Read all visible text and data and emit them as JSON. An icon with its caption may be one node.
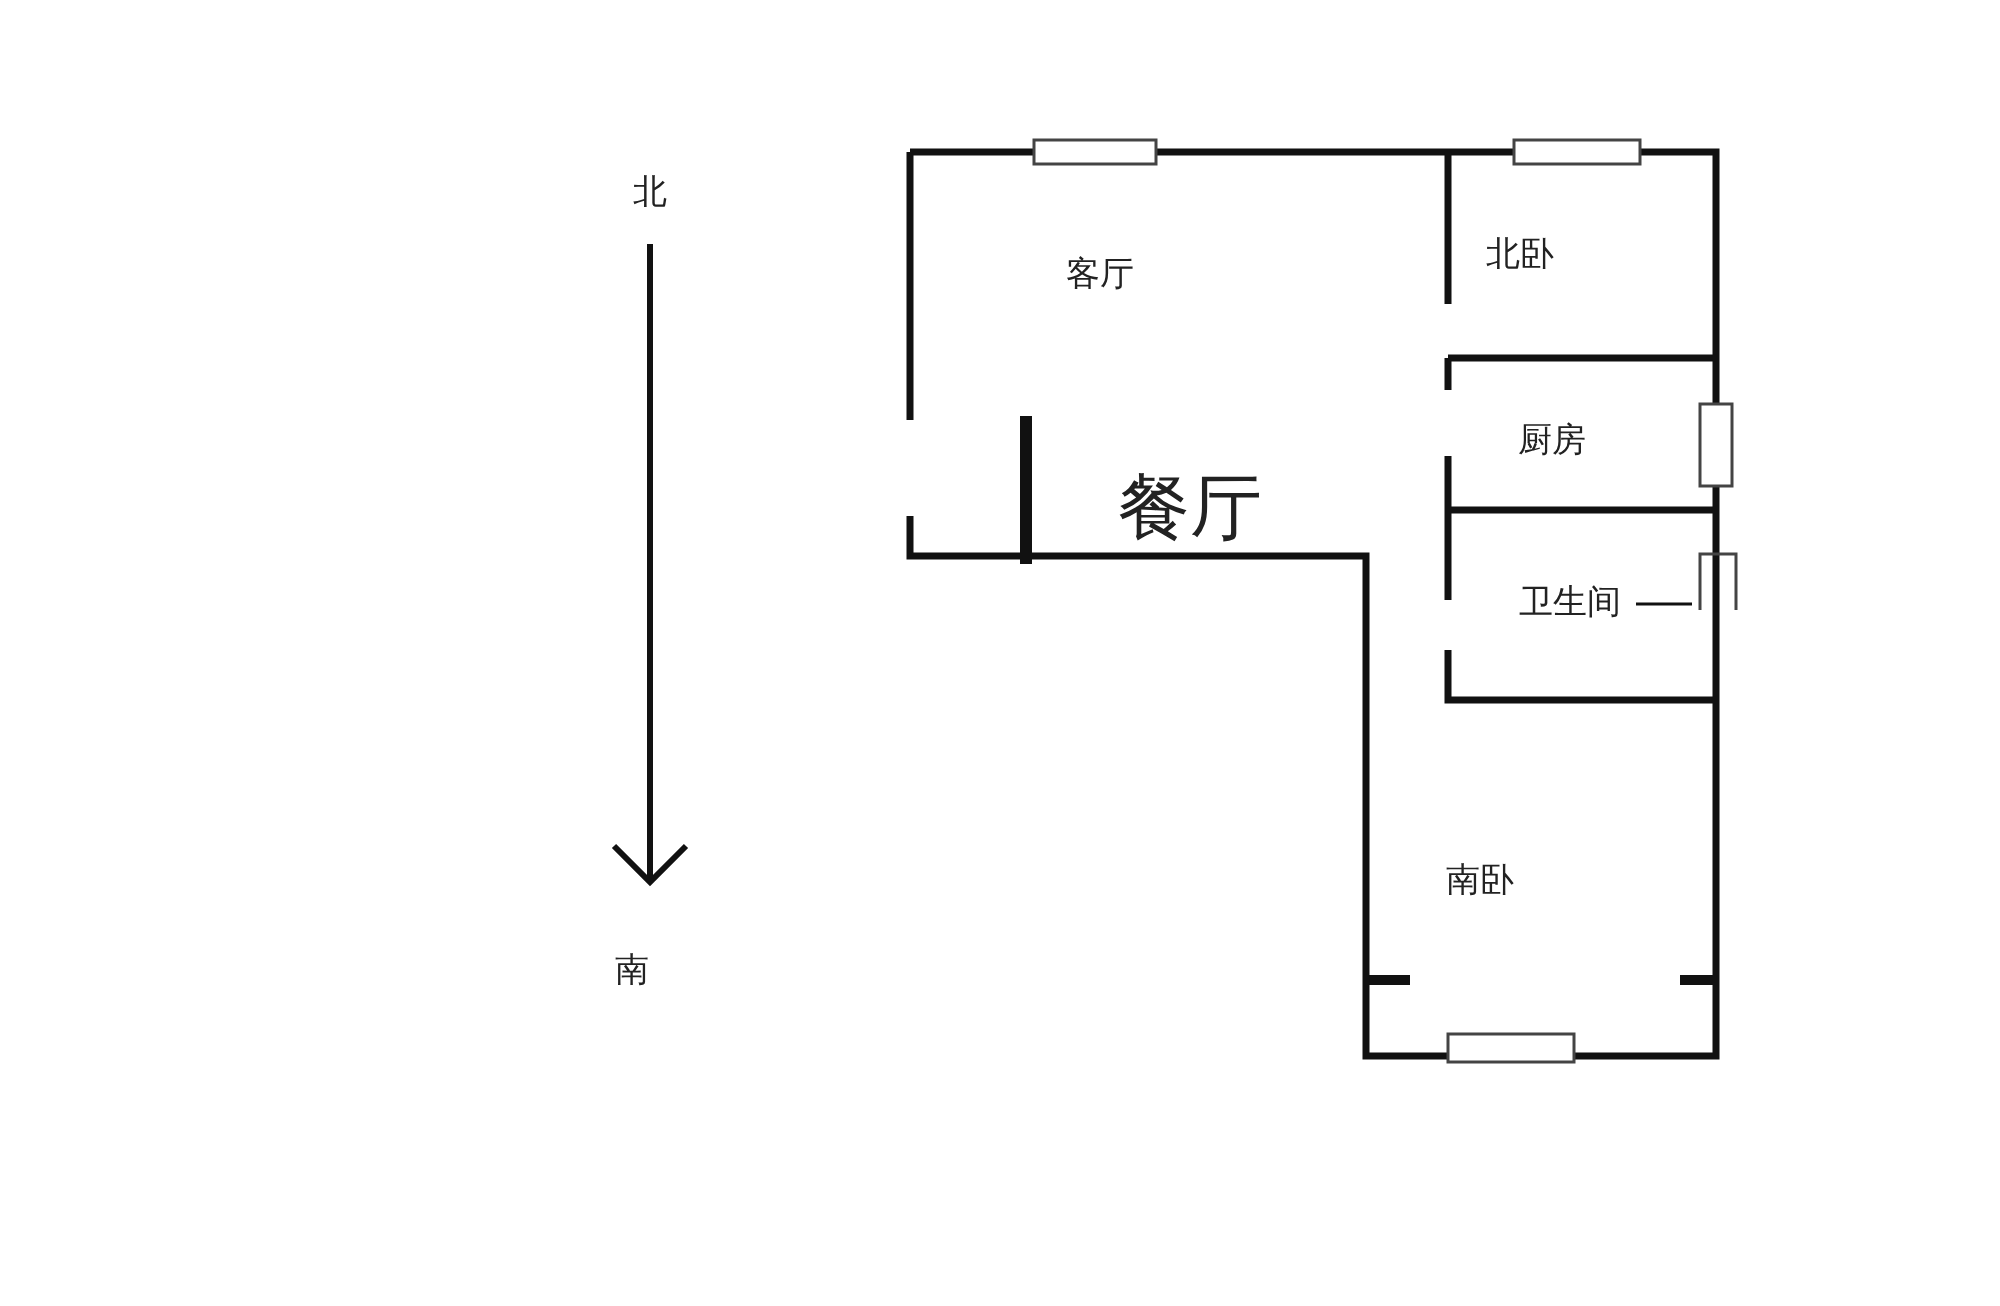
{
  "diagram": {
    "labels": [
      "北",
      "北卧",
      "客厅",
      "厨房",
      "餐厅",
      "卫生间",
      "南卧",
      "南"
    ]
  }
}
